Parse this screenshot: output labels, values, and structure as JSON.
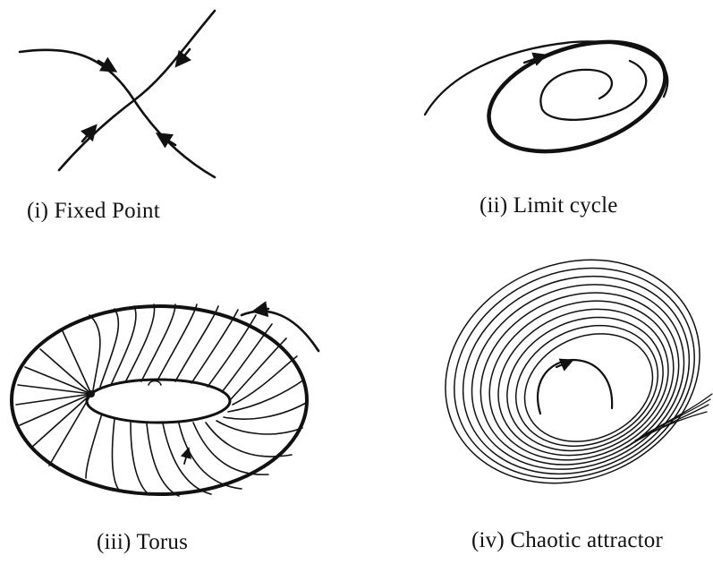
{
  "panels": [
    {
      "id": "fixed-point",
      "caption": "(i) Fixed Point"
    },
    {
      "id": "limit-cycle",
      "caption": "(ii) Limit cycle"
    },
    {
      "id": "torus",
      "caption": "(iii) Torus"
    },
    {
      "id": "chaotic-attractor",
      "caption": "(iv) Chaotic attractor"
    }
  ],
  "colors": {
    "ink": "#111111",
    "background": "#ffffff"
  }
}
